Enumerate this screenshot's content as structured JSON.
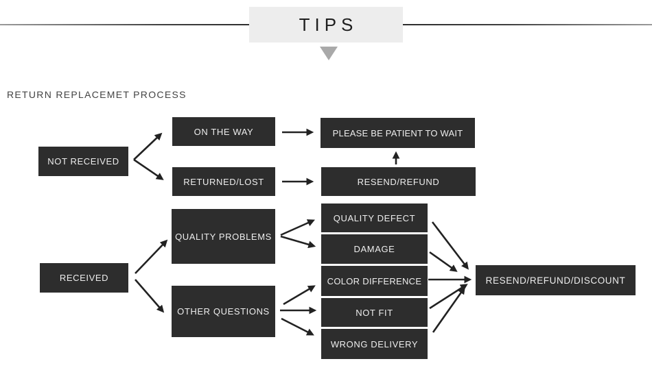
{
  "title": "TIPS",
  "section_label": "RETURN REPLACEMET PROCESS",
  "colors": {
    "node_bg": "#2d2d2d",
    "node_text": "#eeeeee",
    "header_bg": "#ededed",
    "header_text": "#1e1e1e",
    "triangle": "#a9a9a9",
    "arrow": "#222222",
    "background": "#ffffff"
  },
  "nodes": {
    "not_received": {
      "label": "NOT RECEIVED"
    },
    "on_the_way": {
      "label": "ON THE WAY"
    },
    "returned_lost": {
      "label": "RETURNED/LOST"
    },
    "please_wait": {
      "label": "PLEASE BE PATIENT TO WAIT"
    },
    "resend_refund": {
      "label": "RESEND/REFUND"
    },
    "received": {
      "label": "RECEIVED"
    },
    "quality_problems": {
      "label": "QUALITY PROBLEMS"
    },
    "other_questions": {
      "label": "OTHER QUESTIONS"
    },
    "quality_defect": {
      "label": "QUALITY DEFECT"
    },
    "damage": {
      "label": "DAMAGE"
    },
    "color_difference": {
      "label": "COLOR DIFFERENCE"
    },
    "not_fit": {
      "label": "NOT FIT"
    },
    "wrong_delivery": {
      "label": "WRONG DELIVERY"
    },
    "resend_refund_discount": {
      "label": "RESEND/REFUND/DISCOUNT"
    }
  },
  "edges": [
    {
      "from": "not_received",
      "to": "on_the_way"
    },
    {
      "from": "not_received",
      "to": "returned_lost"
    },
    {
      "from": "on_the_way",
      "to": "please_wait"
    },
    {
      "from": "returned_lost",
      "to": "resend_refund"
    },
    {
      "from": "resend_refund",
      "to": "please_wait"
    },
    {
      "from": "received",
      "to": "quality_problems"
    },
    {
      "from": "received",
      "to": "other_questions"
    },
    {
      "from": "quality_problems",
      "to": "quality_defect"
    },
    {
      "from": "quality_problems",
      "to": "damage"
    },
    {
      "from": "other_questions",
      "to": "color_difference"
    },
    {
      "from": "other_questions",
      "to": "not_fit"
    },
    {
      "from": "other_questions",
      "to": "wrong_delivery"
    },
    {
      "from": "quality_defect",
      "to": "resend_refund_discount"
    },
    {
      "from": "damage",
      "to": "resend_refund_discount"
    },
    {
      "from": "color_difference",
      "to": "resend_refund_discount"
    },
    {
      "from": "not_fit",
      "to": "resend_refund_discount"
    },
    {
      "from": "wrong_delivery",
      "to": "resend_refund_discount"
    }
  ]
}
